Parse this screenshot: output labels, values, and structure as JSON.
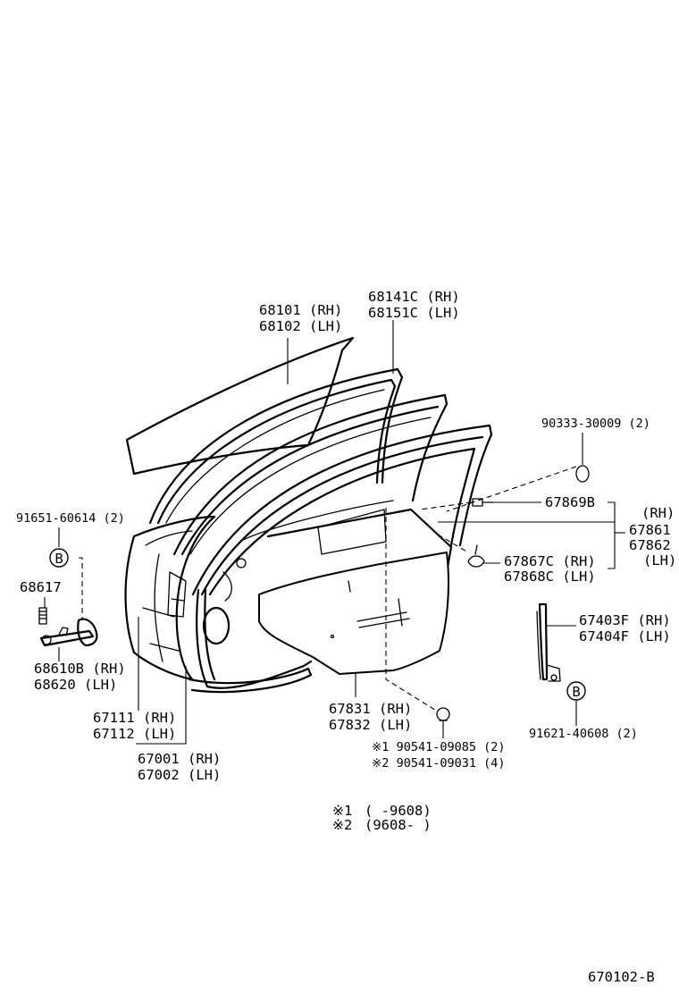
{
  "diagram_code": "670102-B",
  "labels": {
    "glass": [
      "68101 (RH)",
      "68102 (LH)"
    ],
    "run_channel": [
      "68141C (RH)",
      "68151C (LH)"
    ],
    "screw_90333": "90333-30009 (2)",
    "clip_67869B": "67869B",
    "weatherstrip_rh": "(RH)",
    "weatherstrip_61": "67861",
    "weatherstrip_62": "67862",
    "weatherstrip_lh": "(LH)",
    "clip_67867C": "67867C (RH)",
    "clip_67868C": "67868C (LH)",
    "bolt_91651": "91651-60614 (2)",
    "marker_b_left": "B",
    "part_68617": "68617",
    "check_68610B": "68610B (RH)",
    "check_68620": "68620   (LH)",
    "seal_67111": "67111 (RH)",
    "seal_67112": "67112 (LH)",
    "panel_67001": "67001 (RH)",
    "panel_67002": "67002 (LH)",
    "trim_67831": "67831 (RH)",
    "trim_67832": "67832 (LH)",
    "clip_note1": "※1 90541-09085 (2)",
    "clip_note2": "※2 90541-09031 (4)",
    "glass_run_67403F": "67403F (RH)",
    "glass_run_67404F": "67404F (LH)",
    "marker_b_right": "B",
    "bolt_91621": "91621-40608 (2)",
    "legend_mark1": "※1",
    "legend_range1": "(      -9608)",
    "legend_mark2": "※2",
    "legend_range2": "(9608-      )"
  }
}
